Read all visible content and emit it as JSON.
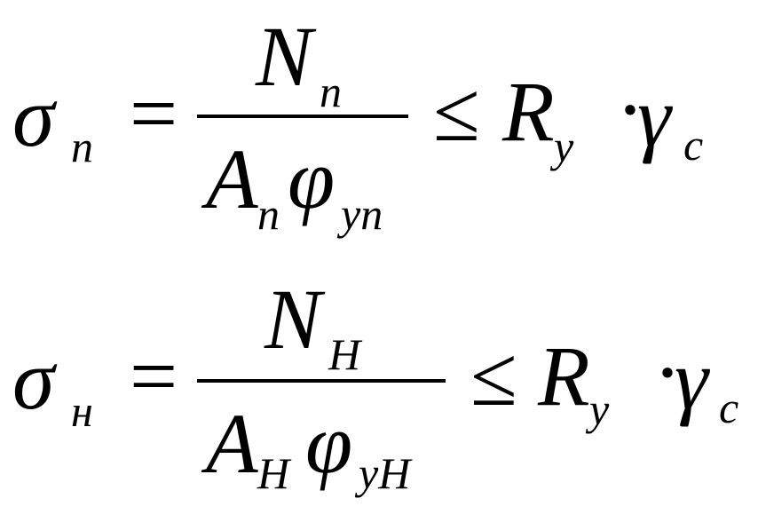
{
  "equations": [
    {
      "lhs": {
        "symbol": "σ",
        "subscript": "n"
      },
      "equals": "=",
      "numerator": {
        "symbol": "N",
        "subscript": "n"
      },
      "denominator": {
        "symbol": "A",
        "subscript": "n",
        "factor": "φ",
        "factor_subscript": "yn"
      },
      "relation": "≤",
      "rhs_symbol": "R",
      "rhs_subscript": "y",
      "dot": "·",
      "gamma": "γ",
      "gamma_subscript": "c"
    },
    {
      "lhs": {
        "symbol": "σ",
        "subscript": "н"
      },
      "equals": "=",
      "numerator": {
        "symbol": "N",
        "subscript": "H"
      },
      "denominator": {
        "symbol": "A",
        "subscript": "H",
        "factor": "φ",
        "factor_subscript": "yH"
      },
      "relation": "≤",
      "rhs_symbol": "R",
      "rhs_subscript": "y",
      "dot": "·",
      "gamma": "γ",
      "gamma_subscript": "c"
    }
  ]
}
